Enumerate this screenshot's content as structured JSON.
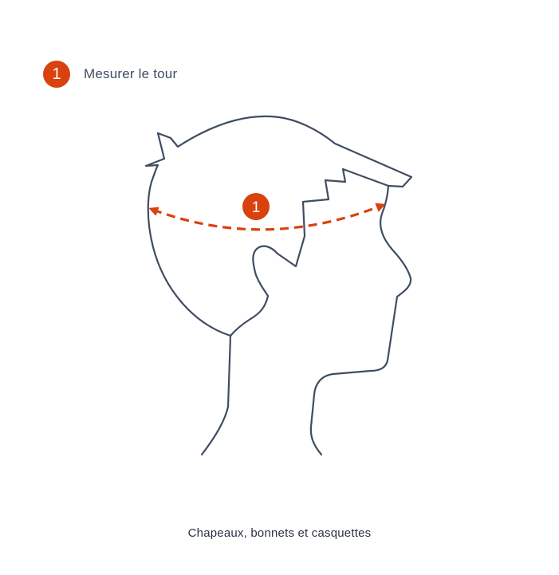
{
  "step": {
    "number": "1",
    "label": "Mesurer le tour"
  },
  "diagram": {
    "marker_number": "1"
  },
  "caption": "Chapeaux, bonnets et casquettes",
  "colors": {
    "accent": "#d9410f",
    "outline": "#3f4d63",
    "caption_text": "#2a3345",
    "label_text": "#3f4d63",
    "background": "#ffffff"
  },
  "icons": {
    "head_outline": "head-profile-icon",
    "measure_arrow": "double-arrow-icon"
  }
}
